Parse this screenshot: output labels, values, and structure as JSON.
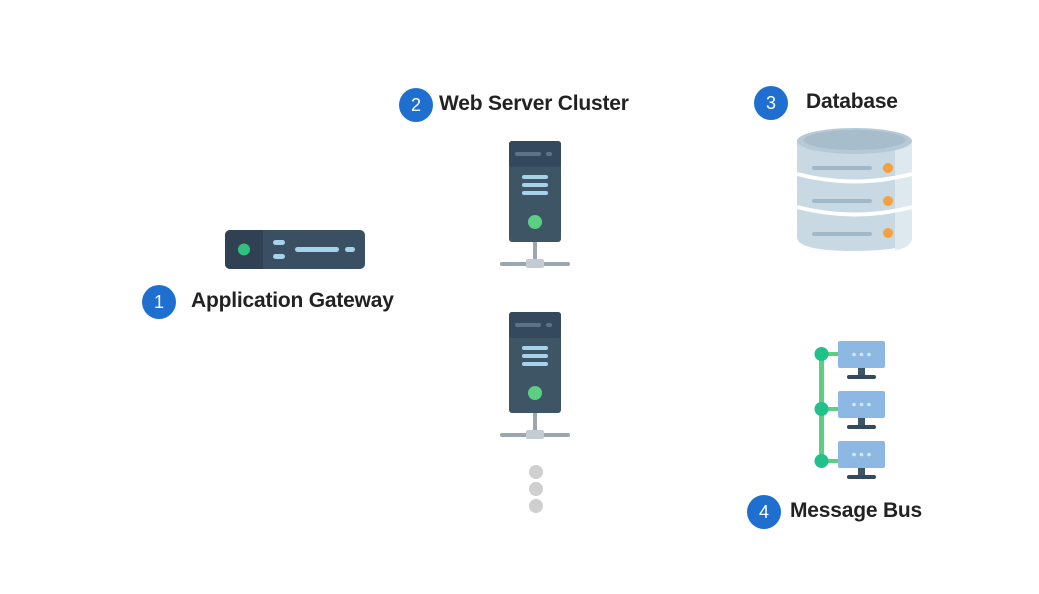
{
  "nodes": [
    {
      "number": "1",
      "label": "Application Gateway",
      "icon": "gateway-device-icon"
    },
    {
      "number": "2",
      "label": "Web Server Cluster",
      "icon": "server-tower-icon"
    },
    {
      "number": "3",
      "label": "Database",
      "icon": "database-icon"
    },
    {
      "number": "4",
      "label": "Message Bus",
      "icon": "message-bus-icon"
    }
  ],
  "colors": {
    "badge": "#1f6fd1",
    "server_dark": "#34495e",
    "server_mid": "#3e5566",
    "server_light_bars": "#a8d1ea",
    "status_green": "#5ccf82",
    "gateway_green": "#2ec27e",
    "database_body": "#c9d9e4",
    "database_accent": "#f6a03c",
    "bus_line": "#5ccf82",
    "bus_node": "#22c08a",
    "bus_monitor": "#8db8e4",
    "ellipsis_dots": "#cfcfcf"
  }
}
